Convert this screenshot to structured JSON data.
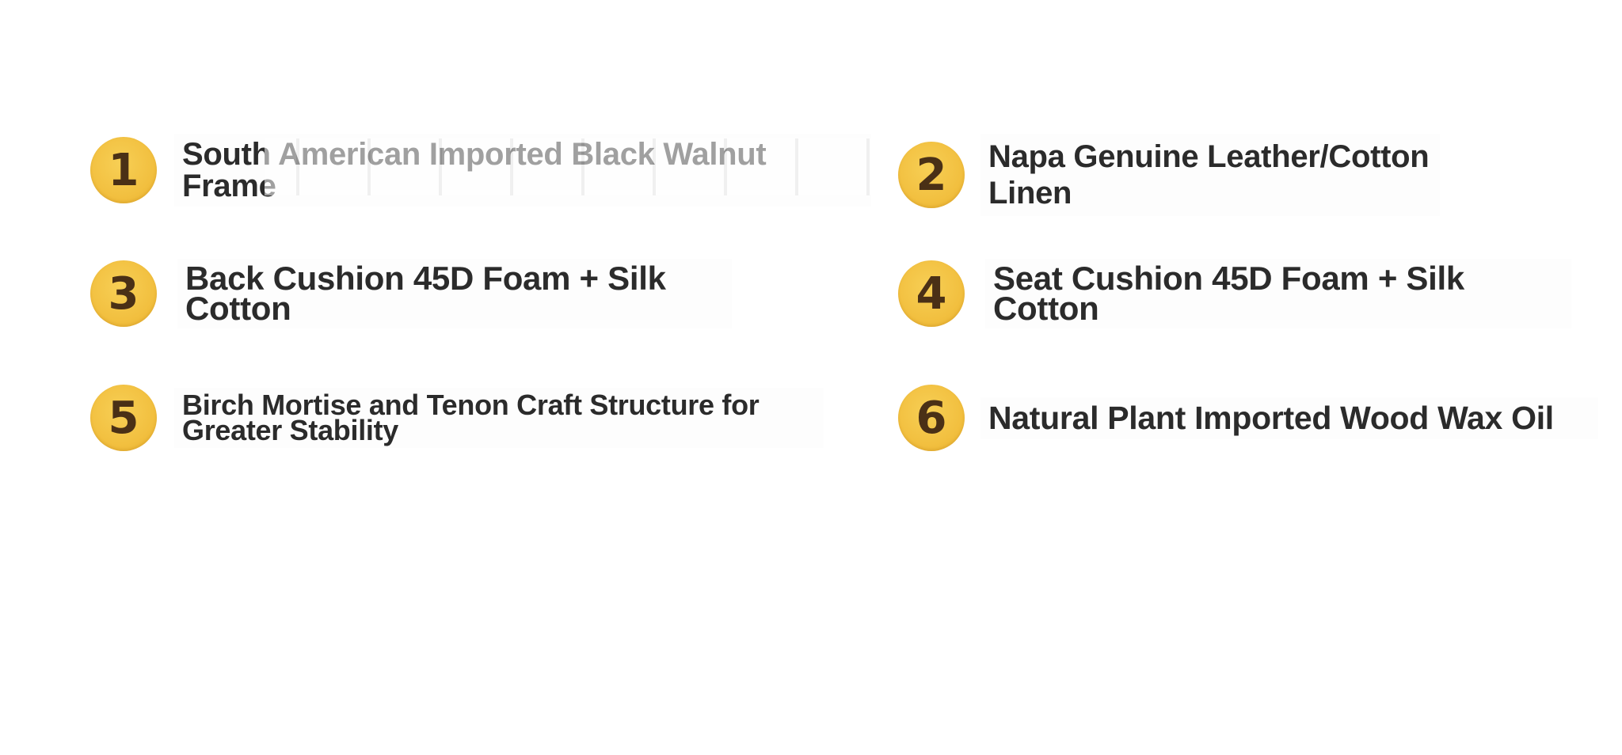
{
  "features": [
    {
      "number": "1",
      "text": "South American Imported Black Walnut Frame"
    },
    {
      "number": "2",
      "text": "Napa Genuine Leather/Cotton Linen"
    },
    {
      "number": "3",
      "text": "Back Cushion 45D Foam + Silk Cotton"
    },
    {
      "number": "4",
      "text": "Seat Cushion 45D Foam + Silk Cotton"
    },
    {
      "number": "5",
      "text": "Birch Mortise and Tenon Craft Structure for Greater Stability"
    },
    {
      "number": "6",
      "text": "Natural Plant Imported Wood Wax Oil"
    }
  ],
  "colors": {
    "badge": "#f2c040",
    "badge_number": "#4a3016",
    "text": "#2b2b2b",
    "background": "#ffffff"
  }
}
